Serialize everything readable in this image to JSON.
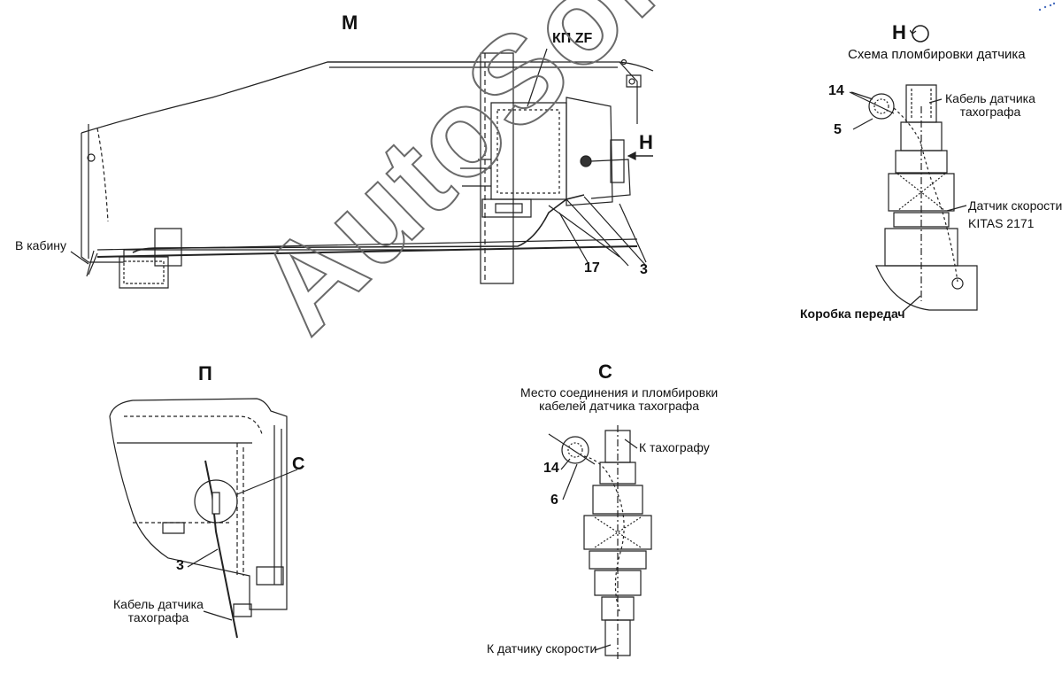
{
  "views": {
    "m": {
      "title": "М",
      "gearbox_label": "КП ZF",
      "arrow_label": "Н",
      "cab_label": "В кабину",
      "callout_17": "17",
      "callout_3": "3"
    },
    "n": {
      "title": "Н",
      "subtitle": "Схема пломбировки датчика",
      "callout_14": "14",
      "callout_5": "5",
      "cable_label": "Кабель датчика\nтахографа",
      "sensor_label": "Датчик скорости\nKITAS 2171",
      "gearbox_label": "Коробка передач"
    },
    "p": {
      "title": "П",
      "detail_label": "С",
      "callout_3": "3",
      "cable_label": "Кабель датчика\nтахографа"
    },
    "c": {
      "title": "С",
      "subtitle": "Место соединения и пломбировки\nкабелей датчика тахографа",
      "callout_14": "14",
      "callout_6": "6",
      "to_tacho_label": "К тахографу",
      "to_sensor_label": "К датчику скорости"
    }
  },
  "watermark": "AutoSoft",
  "colors": {
    "line": "#222222",
    "watermark": "#6a6a6a",
    "background": "#ffffff"
  }
}
